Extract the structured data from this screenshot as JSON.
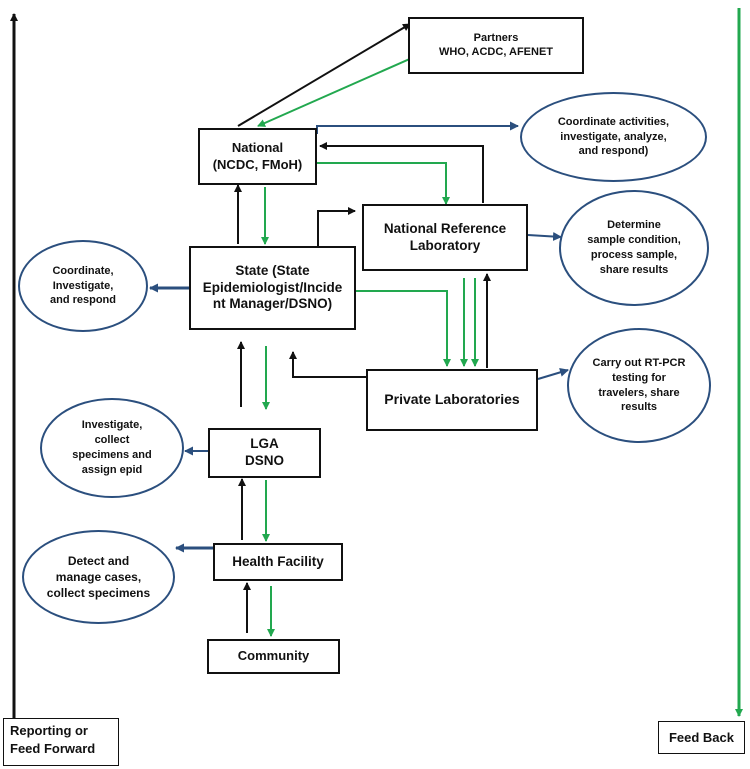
{
  "colors": {
    "report": "#111111",
    "feedback": "#22a84f",
    "oval": "#2b4f7e"
  },
  "nodes": {
    "partners": {
      "line1": "Partners",
      "line2": "WHO, ACDC, AFENET"
    },
    "national": {
      "line1": "National",
      "line2": "(NCDC, FMoH)"
    },
    "nrl": {
      "line1": "National Reference",
      "line2": "Laboratory"
    },
    "state": {
      "line1": "State (State",
      "line2": "Epidemiologist/Incide",
      "line3": "nt Manager/DSNO)"
    },
    "private": {
      "line1": "Private Laboratories"
    },
    "lga": {
      "line1": "LGA",
      "line2": "DSNO"
    },
    "health": {
      "line1": "Health Facility"
    },
    "community": {
      "line1": "Community"
    }
  },
  "ovals": {
    "coordinate_national": [
      "Coordinate activities,",
      "investigate, analyze,",
      "and respond)"
    ],
    "determine": [
      "Determine",
      "sample condition,",
      "process sample,",
      "share results"
    ],
    "coordinate_state": [
      "Coordinate,",
      "Investigate,",
      "and respond"
    ],
    "rtpcr": [
      "Carry out RT-PCR",
      "testing for",
      "travelers, share",
      "results"
    ],
    "investigate_lga": [
      "Investigate,",
      "collect",
      "specimens and",
      "assign epid"
    ],
    "detect": [
      "Detect and",
      "manage cases,",
      "collect specimens"
    ]
  },
  "legend": {
    "reporting": [
      "Reporting or",
      "Feed Forward"
    ],
    "feedback": "Feed Back"
  }
}
